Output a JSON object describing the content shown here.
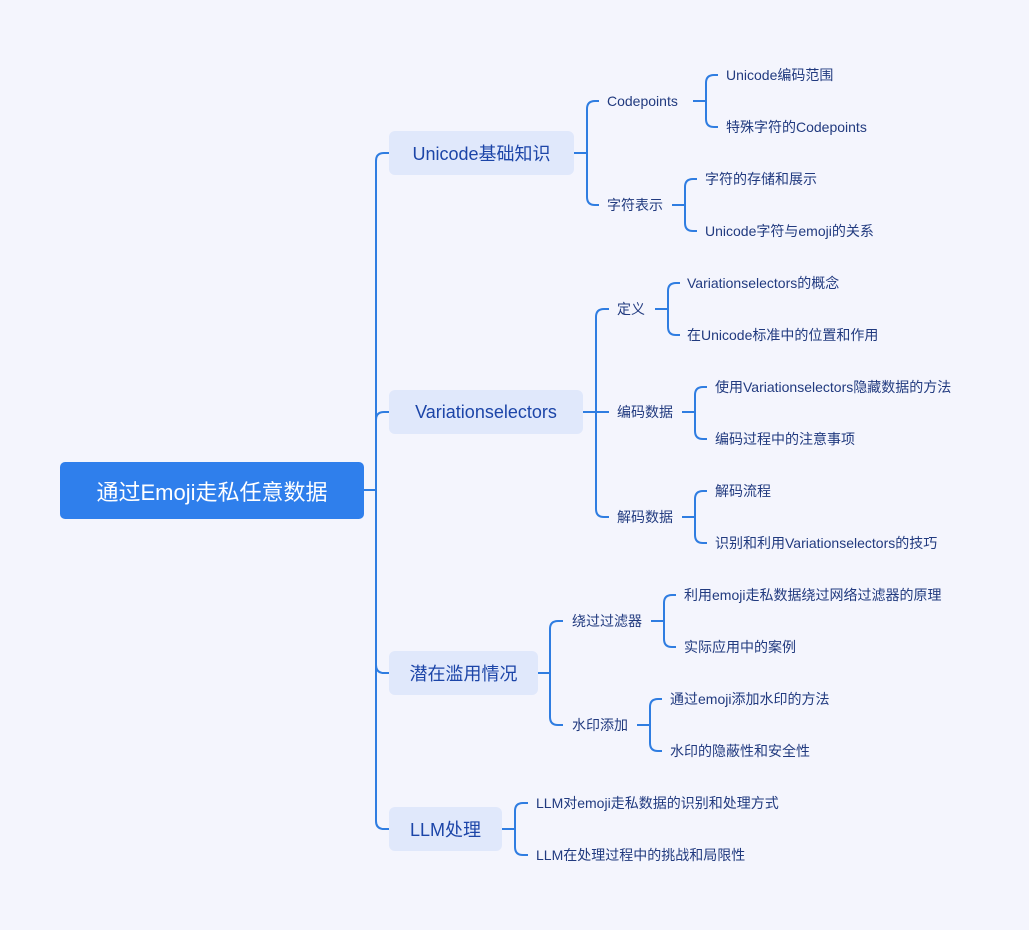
{
  "root": "通过Emoji走私任意数据",
  "branches": [
    {
      "label": "Unicode基础知识",
      "children": [
        {
          "label": "Codepoints",
          "children": [
            "Unicode编码范围",
            "特殊字符的Codepoints"
          ]
        },
        {
          "label": "字符表示",
          "children": [
            "字符的存储和展示",
            "Unicode字符与emoji的关系"
          ]
        }
      ]
    },
    {
      "label": "Variationselectors",
      "children": [
        {
          "label": "定义",
          "children": [
            "Variationselectors的概念",
            "在Unicode标准中的位置和作用"
          ]
        },
        {
          "label": "编码数据",
          "children": [
            "使用Variationselectors隐藏数据的方法",
            "编码过程中的注意事项"
          ]
        },
        {
          "label": "解码数据",
          "children": [
            "解码流程",
            "识别和利用Variationselectors的技巧"
          ]
        }
      ]
    },
    {
      "label": "潜在滥用情况",
      "children": [
        {
          "label": "绕过过滤器",
          "children": [
            "利用emoji走私数据绕过网络过滤器的原理",
            "实际应用中的案例"
          ]
        },
        {
          "label": "水印添加",
          "children": [
            "通过emoji添加水印的方法",
            "水印的隐蔽性和安全性"
          ]
        }
      ]
    },
    {
      "label": "LLM处理",
      "children": [
        "LLM对emoji走私数据的识别和处理方式",
        "LLM在处理过程中的挑战和局限性"
      ]
    }
  ],
  "colors": {
    "line": "#2f7de1",
    "root": "#2f7fec",
    "node": "#e0e8fb",
    "background": "#f4f5fd"
  }
}
